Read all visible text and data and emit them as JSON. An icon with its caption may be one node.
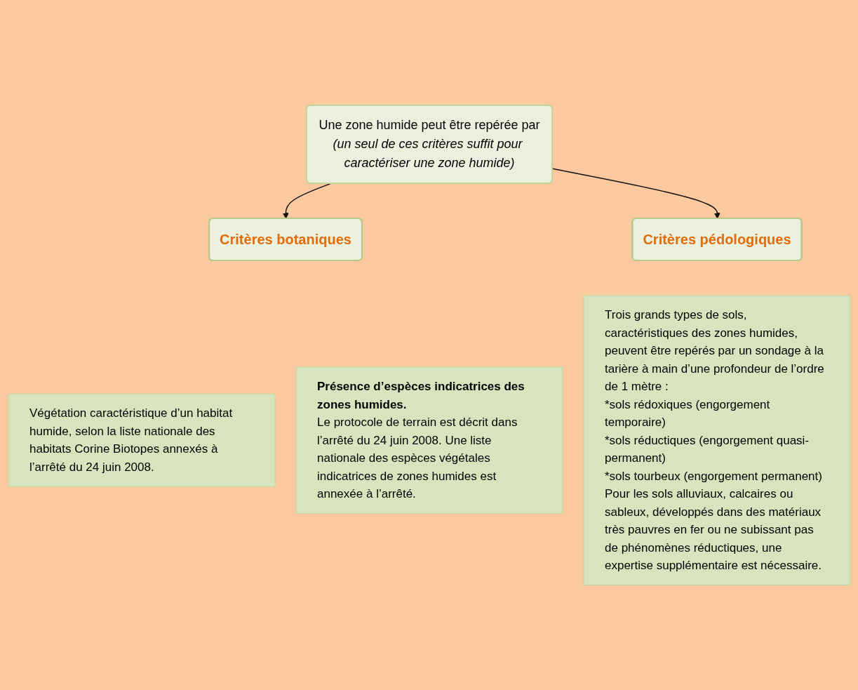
{
  "diagram": {
    "nodes": [
      {
        "text": [
          "Une zone humide peut être repérée par",
          "(un seul de ces critères suffit pour caractériser une zone humide)"
        ]
      },
      {
        "text": [
          "Critères botaniques"
        ]
      },
      {
        "text": [
          "Critères pédologiques"
        ]
      },
      {
        "text": [
          "Végétation caractéristique d’un habitat humide, selon la liste nationale des habitats Corine Biotopes annexés à l’arrêté du 24 juin 2008."
        ]
      },
      {
        "text": [
          "Présence d’espèces indicatrices des zones humides.",
          "Le protocole de terrain est décrit dans l’arrêté du 24 juin 2008. Une liste nationale des espèces végétales indicatrices de zones humides est annexée à l’arrêté."
        ]
      },
      {
        "text": [
          "Trois grands types de sols, caractéristiques des zones humides, peuvent être repérés par un sondage à la tarière à main d’une profondeur de l’ordre de 1 mètre :",
          "*sols rédoxiques (engorgement temporaire)",
          "*sols réductiques (engorgement quasi-permanent)",
          "*sols tourbeux (engorgement permanent)",
          "Pour les sols alluviaux, calcaires ou sableux, développés dans des matériaux très pauvres en fer ou ne subissant pas de phénomènes réductiques, une expertise supplémentaire est nécessaire."
        ]
      }
    ],
    "edges": [
      {
        "from": 0,
        "to": 1,
        "arrow": "to"
      },
      {
        "from": 0,
        "to": 2,
        "arrow": "to"
      }
    ]
  }
}
